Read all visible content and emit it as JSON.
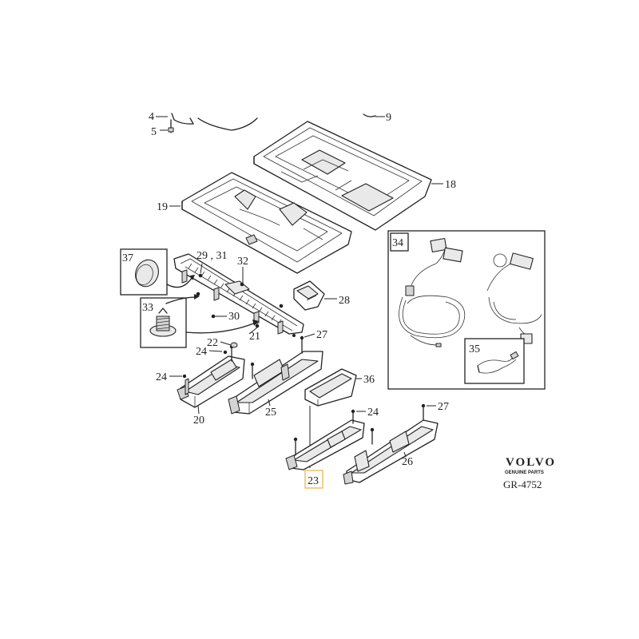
{
  "callouts": {
    "c4": "4",
    "c5": "5",
    "c9": "9",
    "c18": "18",
    "c19": "19",
    "c20": "20",
    "c21": "21",
    "c22": "22",
    "c23": "23",
    "c24a": "24",
    "c24b": "24",
    "c24c": "24",
    "c25": "25",
    "c26": "26",
    "c27a": "27",
    "c27b": "27",
    "c28": "28",
    "c29_31": "29 , 31",
    "c30": "30",
    "c32": "32",
    "c33": "33",
    "c34": "34",
    "c35": "35",
    "c36": "36",
    "c37": "37"
  },
  "branding": {
    "logo_text": "VOLVO",
    "logo_subtext": "GENUINE PARTS",
    "figure_reference": "GR-4752"
  },
  "colors": {
    "highlight_box": "#e7b53b",
    "line": "#222222"
  }
}
